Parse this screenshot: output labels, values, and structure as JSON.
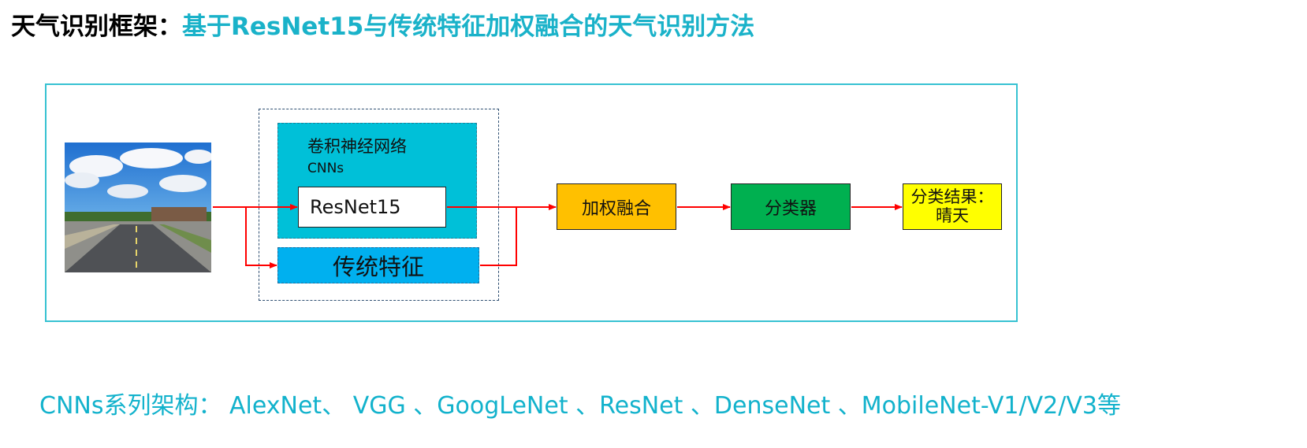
{
  "title": {
    "prefix": "天气识别框架：",
    "main": "基于ResNet15与传统特征加权融合的天气识别方法"
  },
  "diagram": {
    "cnn_group": {
      "label": "卷积神经网络",
      "sublabel": "CNNs",
      "model": "ResNet15"
    },
    "traditional_features": "传统特征",
    "fusion": "加权融合",
    "classifier": "分类器",
    "result": {
      "line1": "分类结果：",
      "line2": "晴天"
    }
  },
  "footer": "CNNs系列架构： AlexNet、 VGG 、GoogLeNet 、ResNet 、DenseNet 、MobileNet-V1/V2/V3等",
  "colors": {
    "title_accent": "#1ab2c9",
    "frame_border": "#37c2d2",
    "cnn_fill": "#00c0d8",
    "traditional_fill": "#00b0ef",
    "fusion_fill": "#ffc000",
    "classifier_fill": "#00b050",
    "result_fill": "#ffff00",
    "arrow": "#ff0000"
  }
}
